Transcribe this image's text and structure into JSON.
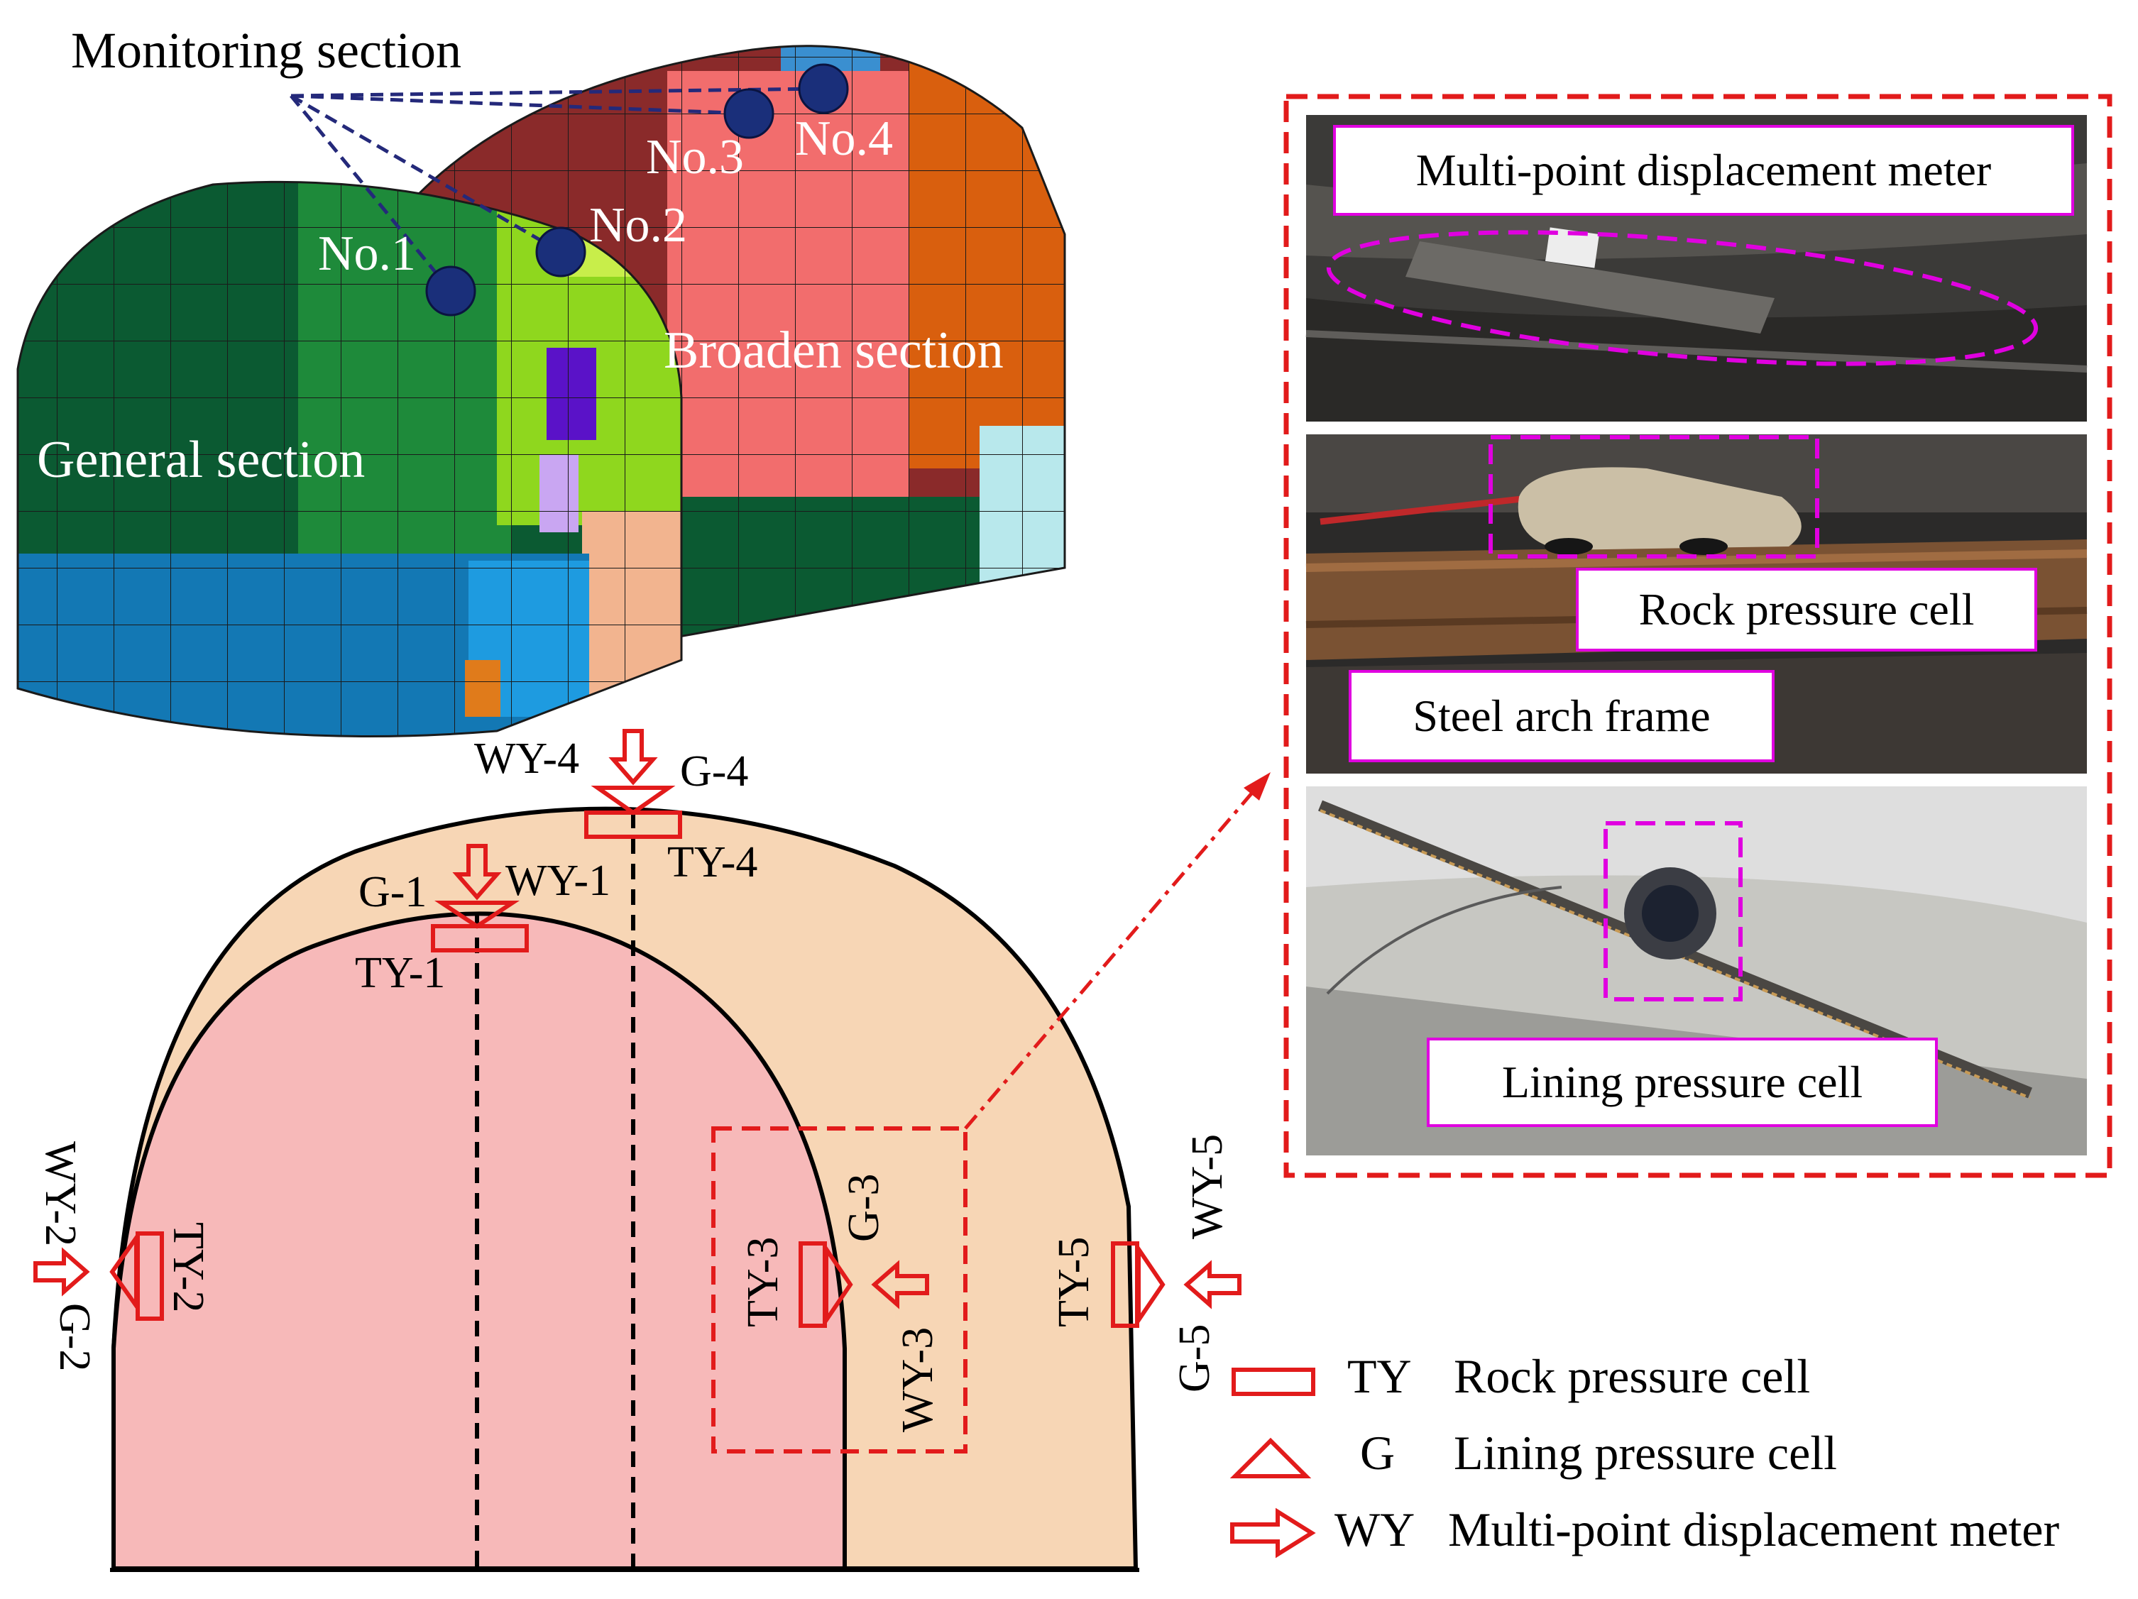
{
  "model": {
    "monitoring_label": "Monitoring section",
    "points": [
      "No.1",
      "No.2",
      "No.3",
      "No.4"
    ],
    "general_label": "General section",
    "broaden_label": "Broaden section"
  },
  "section": {
    "markers": {
      "wy4": "WY-4",
      "g4": "G-4",
      "ty4": "TY-4",
      "g1": "G-1",
      "wy1": "WY-1",
      "ty1": "TY-1",
      "wy2": "WY-2",
      "ty2": "TY-2",
      "g2": "G-2",
      "ty3": "TY-3",
      "g3": "G-3",
      "wy3": "WY-3",
      "ty5": "TY-5",
      "wy5": "WY-5",
      "g5": "G-5"
    }
  },
  "photos": {
    "multi_point": "Multi-point displacement meter",
    "rock_cell": "Rock pressure cell",
    "steel_arch": "Steel arch frame",
    "lining_cell": "Lining pressure cell"
  },
  "legend": [
    {
      "symbol": "rect",
      "code": "TY",
      "desc": "Rock pressure cell"
    },
    {
      "symbol": "triangle",
      "code": "G",
      "desc": "Lining pressure cell"
    },
    {
      "symbol": "arrow",
      "code": "WY",
      "desc": "Multi-point displacement meter"
    }
  ],
  "colors": {
    "dark_green": "#0b5a32",
    "green": "#1e8a3a",
    "light_green": "#8fd71e",
    "blue": "#1378b4",
    "maroon": "#8a2a2a",
    "salmon": "#f26d6d",
    "orange": "#d95f0e",
    "pink_area": "#f7b9b9",
    "peach_area": "#f7d6b5",
    "red": "#e21b1b",
    "magenta": "#e000e0"
  }
}
